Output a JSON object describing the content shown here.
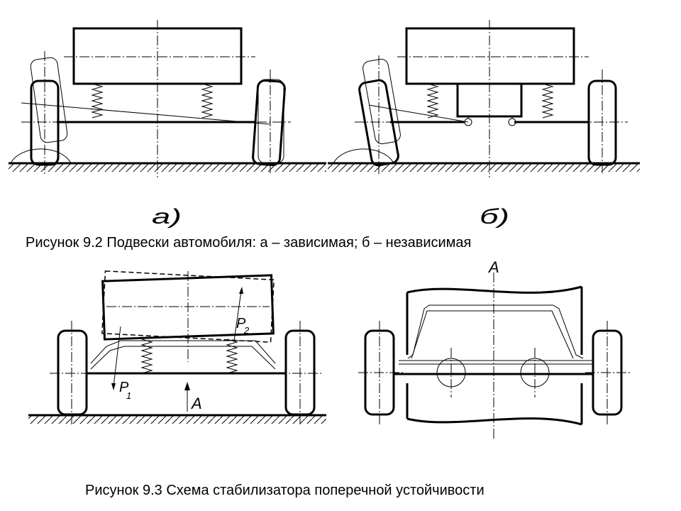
{
  "figure_9_2": {
    "label_a": "а)",
    "label_b": "б)",
    "caption": "Рисунок 9.2 Подвески автомобиля: а – зависимая; б – независимая"
  },
  "figure_9_3": {
    "label_a_left": "A",
    "label_a_right": "A",
    "label_p1": "P",
    "label_p1_sub": "1",
    "label_p2": "P",
    "label_p2_sub": "2",
    "caption": "Рисунок 9.3 Схема стабилизатора поперечной устойчивости"
  }
}
